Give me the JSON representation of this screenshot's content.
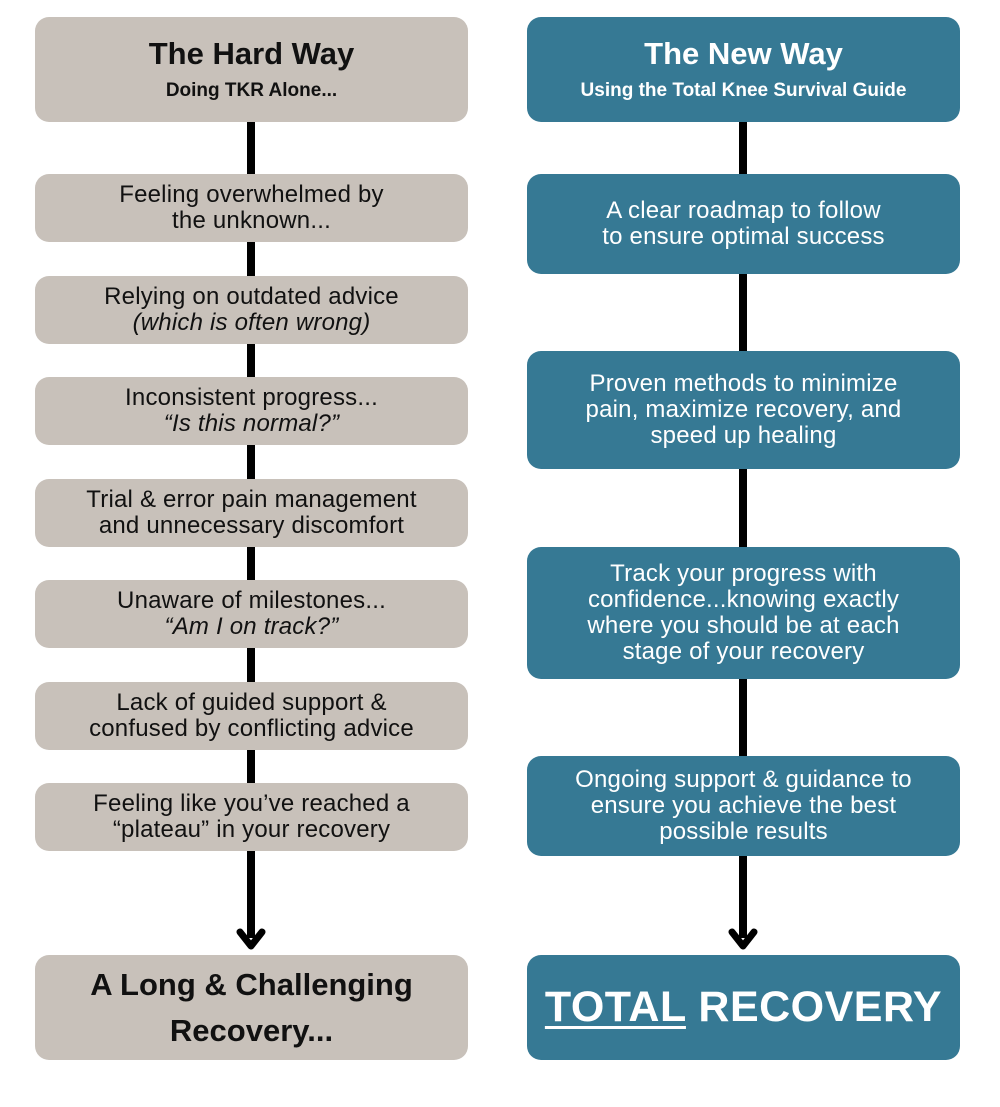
{
  "colors": {
    "hard_way_box": "#c8c1ba",
    "new_way_box": "#367994",
    "connector": "#000000"
  },
  "hard_way": {
    "title": "The Hard Way",
    "subtitle": "Doing TKR Alone...",
    "steps": [
      {
        "line1": "Feeling overwhelmed by",
        "line2": "the unknown..."
      },
      {
        "line1": "Relying on outdated advice",
        "line2": "(which is often wrong)"
      },
      {
        "line1": "Inconsistent progress...",
        "line2": "“Is this normal?”"
      },
      {
        "line1": "Trial & error pain management",
        "line2": "and unnecessary discomfort"
      },
      {
        "line1": "Unaware of milestones...",
        "line2": "“Am I on track?”"
      },
      {
        "line1": "Lack of guided support &",
        "line2": "confused by conflicting advice"
      },
      {
        "line1": "Feeling like you’ve reached a",
        "line2": "“plateau” in your recovery"
      }
    ],
    "outcome": {
      "line1": "A Long & Challenging",
      "line2": "Recovery..."
    }
  },
  "new_way": {
    "title": "The New Way",
    "subtitle": "Using the Total Knee Survival Guide",
    "steps": [
      {
        "lines": [
          "A clear roadmap to follow",
          "to ensure optimal success"
        ]
      },
      {
        "lines": [
          "Proven methods to minimize",
          "pain, maximize recovery, and",
          "speed up healing"
        ]
      },
      {
        "lines": [
          "Track your progress with",
          "confidence...knowing exactly",
          "where you should be at each",
          "stage of your recovery"
        ]
      },
      {
        "lines": [
          "Ongoing support & guidance to",
          "ensure you achieve the best",
          "possible results"
        ]
      }
    ],
    "outcome": {
      "emphasis": "TOTAL",
      "rest": " RECOVERY"
    }
  }
}
